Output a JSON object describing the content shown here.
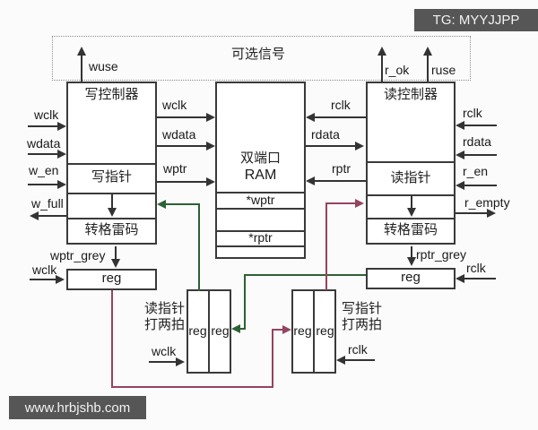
{
  "badge": {
    "text": "TG: MYYJJPP"
  },
  "watermark": {
    "text": "www.hrbjshb.com"
  },
  "optional": {
    "label": "可选信号",
    "wuse": "wuse",
    "r_ok": "r_ok",
    "ruse": "ruse"
  },
  "write_block": {
    "title": "写控制器",
    "pointer": "写指针",
    "gray": "转格雷码"
  },
  "ram": {
    "line1": "双端口",
    "line2": "RAM",
    "wptr": "*wptr",
    "rptr": "*rptr"
  },
  "read_block": {
    "title": "读控制器",
    "pointer": "读指针",
    "gray": "转格雷码"
  },
  "left_ext": {
    "wclk": "wclk",
    "wdata": "wdata",
    "w_en": "w_en",
    "w_full": "w_full"
  },
  "left_int": {
    "wclk": "wclk",
    "wdata": "wdata",
    "wptr": "wptr"
  },
  "right_int": {
    "rclk": "rclk",
    "rdata": "rdata",
    "rptr": "rptr"
  },
  "right_ext": {
    "rclk": "rclk",
    "rdata": "rdata",
    "r_en": "r_en",
    "r_empty": "r_empty"
  },
  "grey": {
    "wptr_grey": "wptr_grey",
    "wclk_reg": "wclk",
    "rptr_grey": "rptr_grey",
    "rclk_reg": "rclk"
  },
  "regs": {
    "reg": "reg",
    "read_sync_l1": "读指针",
    "read_sync_l2": "打两拍",
    "wclk_sync": "wclk",
    "write_sync_l1": "写指针",
    "write_sync_l2": "打两拍",
    "rclk_sync": "rclk"
  },
  "colors": {
    "line": "#333333",
    "green": "#2d6136",
    "maroon": "#954460",
    "badge_bg": "#565656"
  }
}
